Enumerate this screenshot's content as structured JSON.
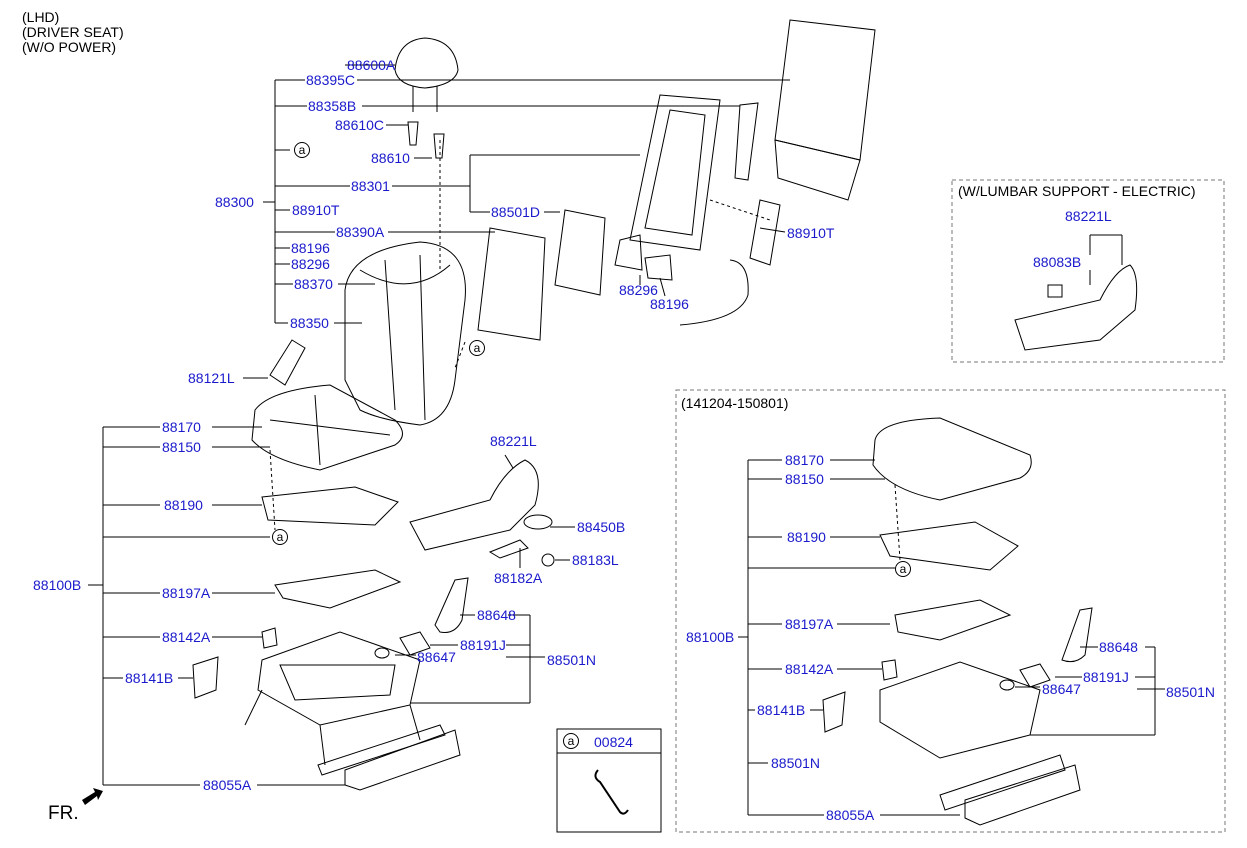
{
  "header": {
    "line1": "(LHD)",
    "line2": "(DRIVER SEAT)",
    "line3": "(W/O POWER)"
  },
  "fr_label": "FR.",
  "ref_marker": "a",
  "lumbar_box": {
    "title": "(W/LUMBAR SUPPORT - ELECTRIC)",
    "labels": [
      "88221L",
      "88083B"
    ]
  },
  "date_box": {
    "title": "(141204-150801)",
    "labels": [
      "88170",
      "88150",
      "88190",
      "88197A",
      "88100B",
      "88142A",
      "88141B",
      "88501N",
      "88055A",
      "88648",
      "88191J",
      "88647",
      "88501N"
    ]
  },
  "legend_box": {
    "marker": "a",
    "code": "00824"
  },
  "main_labels": {
    "l88600A": "88600A",
    "l88395C": "88395C",
    "l88358B": "88358B",
    "l88610C": "88610C",
    "l88610": "88610",
    "l88301": "88301",
    "l88300": "88300",
    "l88910T_a": "88910T",
    "l88390A": "88390A",
    "l88196_a": "88196",
    "l88296_a": "88296",
    "l88370": "88370",
    "l88350": "88350",
    "l88501D": "88501D",
    "l88910T_b": "88910T",
    "l88296_b": "88296",
    "l88196_b": "88196",
    "l88121L": "88121L",
    "l88170": "88170",
    "l88150": "88150",
    "l88190": "88190",
    "l88221L": "88221L",
    "l88450B": "88450B",
    "l88182A": "88182A",
    "l88183L": "88183L",
    "l88100B": "88100B",
    "l88197A": "88197A",
    "l88648": "88648",
    "l88142A": "88142A",
    "l88191J": "88191J",
    "l88647": "88647",
    "l88501N": "88501N",
    "l88141B": "88141B",
    "l88055A": "88055A"
  },
  "colors": {
    "label": "#1a1acc",
    "line": "#000000",
    "dash_box": "#777777"
  }
}
